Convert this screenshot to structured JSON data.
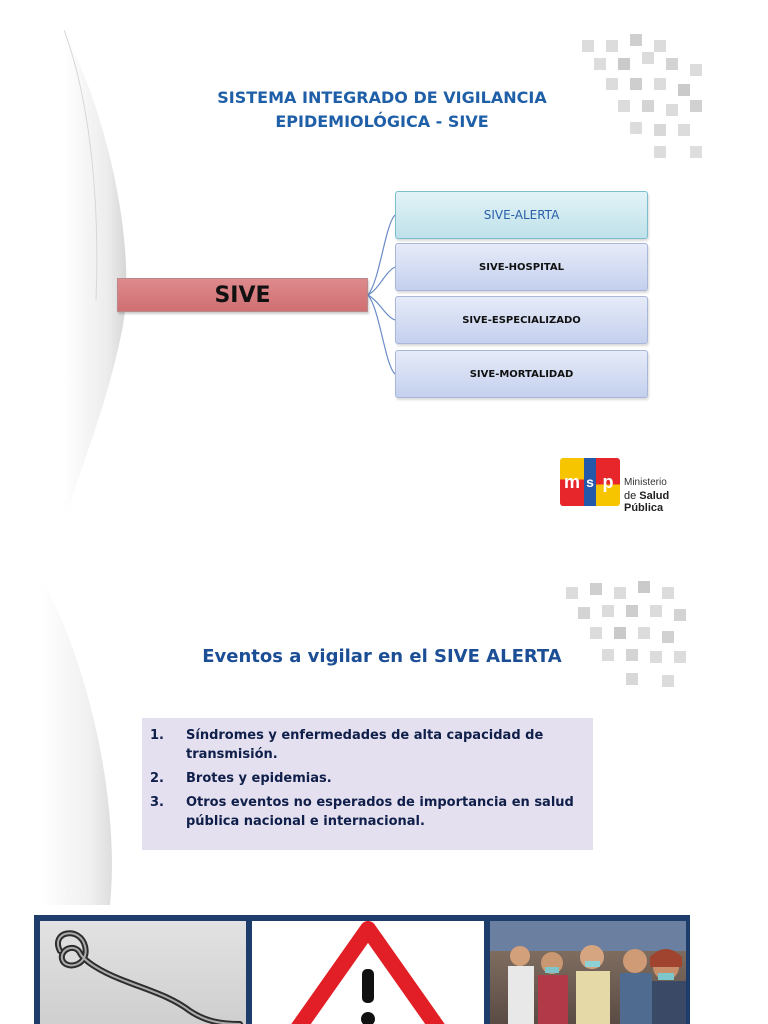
{
  "slide1": {
    "title_line1": "SISTEMA INTEGRADO DE VIGILANCIA",
    "title_line2": "EPIDEMIOLÓGICA - SIVE",
    "root_label": "SIVE",
    "subsystems": [
      {
        "label": "SIVE-ALERTA"
      },
      {
        "label": "SIVE-HOSPITAL"
      },
      {
        "label": "SIVE-ESPECIALIZADO"
      },
      {
        "label": "SIVE-MORTALIDAD"
      }
    ],
    "logo": {
      "m": "m",
      "s": "s",
      "p": "p",
      "line1": "Ministerio",
      "line2_prefix": "de ",
      "line2_bold": "Salud Pública"
    }
  },
  "slide2": {
    "title": "Eventos a vigilar en el SIVE ALERTA",
    "events": [
      {
        "num": "1.",
        "text": "Síndromes y enfermedades de alta capacidad de transmisión."
      },
      {
        "num": "2.",
        "text": "Brotes y epidemias."
      },
      {
        "num": "3.",
        "text": "Otros eventos no esperados de importancia  en salud pública nacional e internacional."
      }
    ]
  },
  "colors": {
    "title_blue": "#1f5fa8",
    "root_red": "#d4777a",
    "sub_blue": "#c9d3f0",
    "alert_teal": "#c6e6ee",
    "events_bg": "#e4e0ef",
    "strip_navy": "#1e3d6b"
  },
  "icons": [
    "virus-image",
    "warning-sign-icon",
    "crowd-masks-image",
    "checker-pattern",
    "msp-logo"
  ]
}
